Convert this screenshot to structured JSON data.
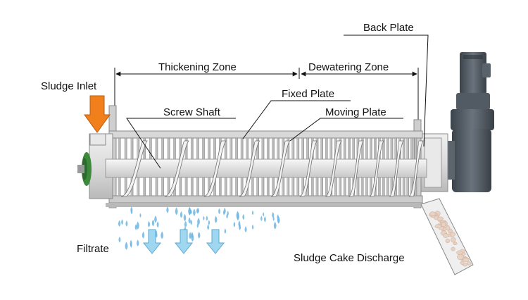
{
  "labels": {
    "back_plate": "Back Plate",
    "thickening_zone": "Thickening Zone",
    "dewatering_zone": "Dewatering Zone",
    "sludge_inlet": "Sludge Inlet",
    "fixed_plate": "Fixed Plate",
    "screw_shaft": "Screw Shaft",
    "moving_plate": "Moving Plate",
    "filtrate": "Filtrate",
    "sludge_cake_discharge": "Sludge Cake Discharge"
  },
  "colors": {
    "inlet_arrow": "#f07f1c",
    "filtrate_arrow": "#9fd6f0",
    "drop": "#6fb6e0",
    "motor": "#4d565f",
    "inlet_flange": "#3d8a3d",
    "machine_body": "#d9d9d9",
    "cake": "#e7d2c4"
  }
}
